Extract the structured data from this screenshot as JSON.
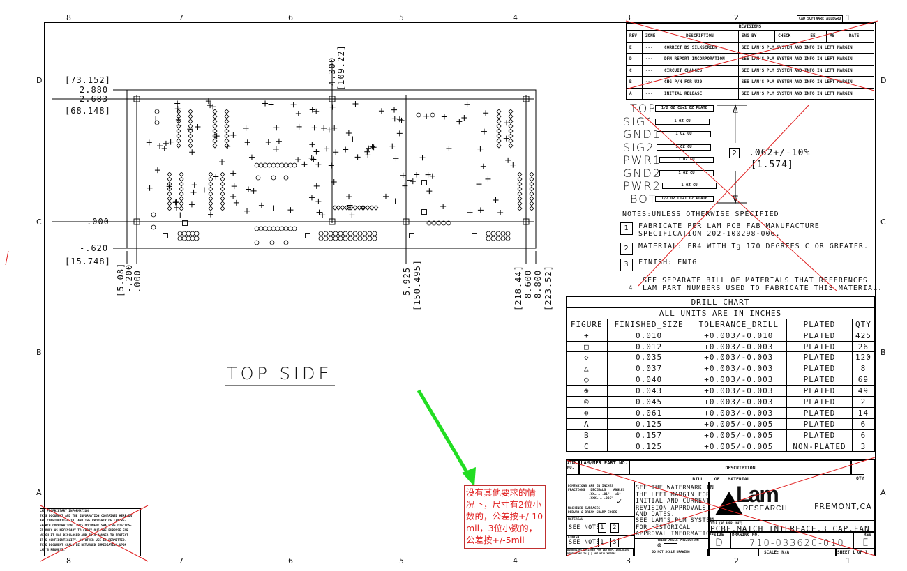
{
  "zones": {
    "columns": [
      "8",
      "7",
      "6",
      "5",
      "4",
      "3",
      "2",
      "1"
    ],
    "rows": [
      "D",
      "C",
      "B",
      "A"
    ]
  },
  "cad_software": "CAD SOFTWARE:ALLEGRO",
  "revisions": {
    "title": "REVISIONS",
    "headers": [
      "REV",
      "ZONE",
      "DESCRIPTION",
      "ENG BY",
      "CHECK",
      "EE",
      "ME",
      "DATE"
    ],
    "rows": [
      {
        "rev": "E",
        "zone": "---",
        "desc": "CORRECT DS SILKSCREEN",
        "info": "SEE LAM'S PLM SYSTEM AND INFO IN LEFT MARGIN"
      },
      {
        "rev": "D",
        "zone": "---",
        "desc": "DFM REPORT INCORPORATION",
        "info": "SEE LAM'S PLM SYSTEM AND INFO IN LEFT MARGIN"
      },
      {
        "rev": "C",
        "zone": "---",
        "desc": "CIRCUIT CHANGES",
        "info": "SEE LAM'S PLM SYSTEM AND INFO IN LEFT MARGIN"
      },
      {
        "rev": "B",
        "zone": "---",
        "desc": "CHG P/N FOR U30",
        "info": "SEE LAM'S PLM SYSTEM AND INFO IN LEFT MARGIN"
      },
      {
        "rev": "A",
        "zone": "---",
        "desc": "INITIAL RELEASE",
        "info": "SEE LAM'S PLM SYSTEM AND INFO IN LEFT MARGIN"
      }
    ]
  },
  "board": {
    "view_label": "TOP SIDE",
    "dims_left": [
      "[73.152]",
      "2.880",
      "2.683",
      "[68.148]",
      ".000",
      "-.620",
      "[15.748]"
    ],
    "dims_bottom_left": [
      "[5.08]",
      "-.200",
      ".000"
    ],
    "dims_top": [
      "4.300",
      "[109.22]"
    ],
    "dims_bottom_mid": [
      "5.925",
      "[150.495]"
    ],
    "dims_bottom_right": [
      "[218.44]",
      "8.600",
      "8.800",
      "[223.52]"
    ]
  },
  "stackup": {
    "layers": [
      {
        "name": "TOP",
        "spec": "1/2 OZ CU+1 OZ PLATE"
      },
      {
        "name": "SIG1",
        "spec": "1 OZ CU"
      },
      {
        "name": "GND1",
        "spec": "1 OZ CU"
      },
      {
        "name": "SIG2",
        "spec": "1 OZ CU"
      },
      {
        "name": "PWR1",
        "spec": "1 OZ CU"
      },
      {
        "name": "GND2",
        "spec": "1 OZ CU"
      },
      {
        "name": "PWR2",
        "spec": "1 OZ CU"
      },
      {
        "name": "BOT",
        "spec": "1/2 OZ CU+1 OZ PLATE"
      }
    ],
    "note_ref": "2",
    "thickness": ".062+/-10%",
    "thickness_mm": "[1.574]"
  },
  "notes": {
    "title": "NOTES:UNLESS OTHERWISE SPECIFIED",
    "items": [
      {
        "num": "1",
        "text": "FABRICATE PER LAM PCB FAB MANUFACTURE\nSPECIFICATION 202-100298-006."
      },
      {
        "num": "2",
        "text": "MATERIAL: FR4 WITH Tg 170 DEGREES C OR GREATER."
      },
      {
        "num": "3",
        "text": "FINISH: ENIG"
      },
      {
        "num": "4",
        "text": "SEE SEPARATE BILL OF MATERIALS THAT REFERENCES\nLAM PART NUMBERS USED TO FABRICATE THIS MATERIAL."
      }
    ]
  },
  "drill_chart": {
    "title": "DRILL CHART",
    "subtitle": "ALL UNITS ARE IN INCHES",
    "headers": [
      "FIGURE",
      "FINISHED_SIZE",
      "TOLERANCE_DRILL",
      "PLATED",
      "QTY"
    ],
    "rows": [
      {
        "fig": "+",
        "size": "0.010",
        "tol": "+0.003/-0.010",
        "plated": "PLATED",
        "qty": "425"
      },
      {
        "fig": "□",
        "size": "0.012",
        "tol": "+0.003/-0.003",
        "plated": "PLATED",
        "qty": "26"
      },
      {
        "fig": "◇",
        "size": "0.035",
        "tol": "+0.003/-0.003",
        "plated": "PLATED",
        "qty": "120"
      },
      {
        "fig": "△",
        "size": "0.037",
        "tol": "+0.003/-0.003",
        "plated": "PLATED",
        "qty": "8"
      },
      {
        "fig": "○",
        "size": "0.040",
        "tol": "+0.003/-0.003",
        "plated": "PLATED",
        "qty": "69"
      },
      {
        "fig": "⊕",
        "size": "0.043",
        "tol": "+0.003/-0.003",
        "plated": "PLATED",
        "qty": "49"
      },
      {
        "fig": "©",
        "size": "0.045",
        "tol": "+0.003/-0.003",
        "plated": "PLATED",
        "qty": "2"
      },
      {
        "fig": "⊗",
        "size": "0.061",
        "tol": "+0.003/-0.003",
        "plated": "PLATED",
        "qty": "14"
      },
      {
        "fig": "A",
        "size": "0.125",
        "tol": "+0.005/-0.005",
        "plated": "PLATED",
        "qty": "6"
      },
      {
        "fig": "B",
        "size": "0.157",
        "tol": "+0.005/-0.005",
        "plated": "PLATED",
        "qty": "6"
      },
      {
        "fig": "C",
        "size": "0.125",
        "tol": "+0.005/-0.005",
        "plated": "NON-PLATED",
        "qty": "3"
      }
    ]
  },
  "bom": {
    "item_no": "ITEM NO.",
    "part_no": "LAM/MFR PART NO.",
    "description": "DESCRIPTION",
    "bill": "BILL    OF   MATERIAL",
    "qty": "QTY"
  },
  "title_block": {
    "tolerances": "DIMENSIONS ARE IN INCHES\nFRACTIONS   DECIMALS    ANGLES\n           .XX= ± .01\"   ±1°\n           .XXX= ± .005\"",
    "machined": "MACHINED SURFACES\nDEBURR & BREAK SHARP EDGES",
    "material_label": "MATERIAL",
    "material_note": "SEE NOTE",
    "material_refs": [
      "1",
      "2"
    ],
    "finish_label": "FINISH",
    "finish_note": "SEE NOTE",
    "finish_refs": [
      "1",
      "3"
    ],
    "dims_small": "DIMENSIONS ENCLOSED FOR LAM REF. INCLUDING\nDIMENSIONS IN [ ] ARE MILLIMETERS",
    "watermark_text": "SEE THE WATERMARK IN\nTHE LEFT MARGIN FOR\nINITIAL AND CURRENT\nREVISION APPROVALS\nAND DATES.",
    "plm_text": "SEE LAM'S PLM SYSTEM\nFOR HISTORICAL\nAPPROVAL INFORMATION",
    "projection": "THIRD ANGLE PROJECTION",
    "do_not_scale": "DO NOT SCALE DRAWING",
    "logo_text": "Lam",
    "logo_sub": "RESEARCH",
    "location": "FREMONT,CA",
    "title_label": "TITLE (NO ABBR. MAX)",
    "title": "PCBF,MATCH INTERFACE,3 CAP,FAN",
    "size_label": "SIZE",
    "size": "D",
    "drawing_no_label": "DRAWING NO.",
    "drawing_no": "710-033620-010",
    "rev_label": "REV",
    "rev": "E",
    "scale": "SCALE: N/A",
    "sheet": "SHEET 1 OF 1"
  },
  "proprietary": "LAM PROPRIETARY INFORMATION\nTHIS DOCUMENT AND THE INFORMATION CONTAINED HERE-IN\nARE CONFIDENTIAL TO, AND THE PROPERTY OF LAM RE-\nSEARCH CORPORATION. THIS DOCUMENT SHALL BE DISCLOS-\nED ONLY AS NECESSARY TO CARRY OUT THE PURPOSE FOR\nWHICH IT WAS DISCLOSED AND IN A MANNER TO PROTECT\nIT'S CONFIDENTIALITY. NO OTHER USE IS PERMITTED.\nTHIS DOCUMENT SHALL BE RETURNED IMMEDIATELY UPON\nLAM'S REQUEST.",
  "annotation": {
    "text": "没有其他要求的情况下，尺寸有2位小数的，公差按+/-10mil，3位小数的，公差按+/-5mil",
    "color": "#e02020",
    "arrow_color": "#22dd22"
  }
}
